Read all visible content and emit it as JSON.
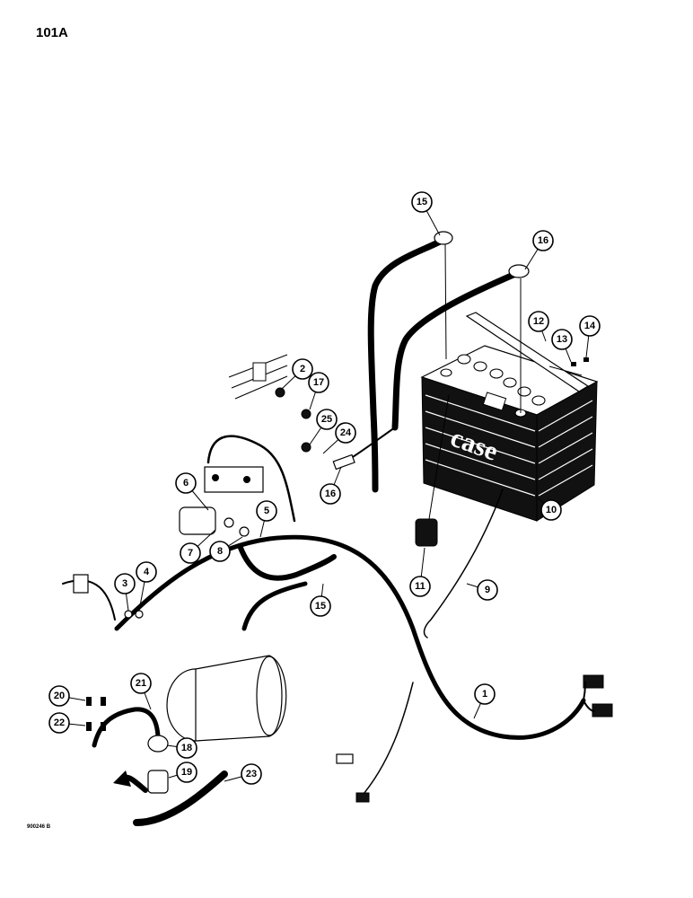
{
  "page": {
    "number": "101A",
    "figure_code": "900246 B"
  },
  "battery": {
    "brand": "case"
  },
  "callouts": [
    "15",
    "16",
    "12",
    "13",
    "14",
    "2",
    "17",
    "25",
    "24",
    "16",
    "10",
    "6",
    "5",
    "7",
    "8",
    "3",
    "4",
    "11",
    "9",
    "15",
    "21",
    "20",
    "18",
    "22",
    "19",
    "23",
    "1"
  ]
}
